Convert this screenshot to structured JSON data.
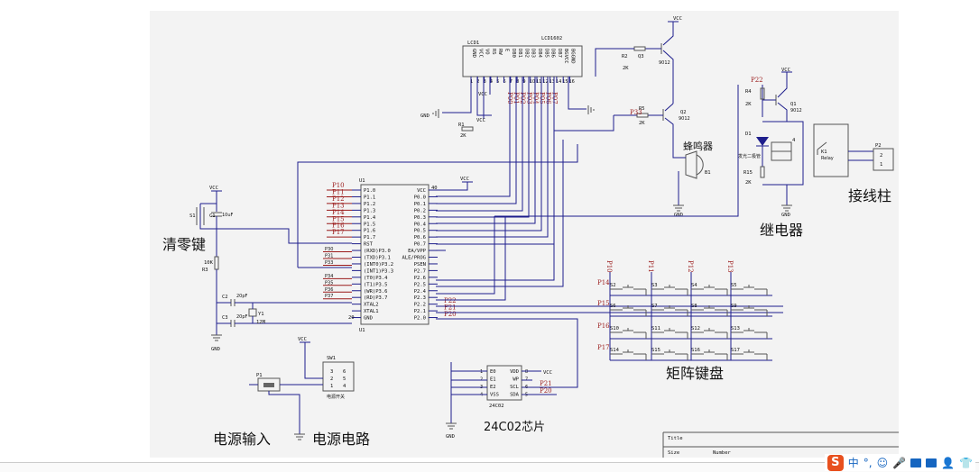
{
  "schematic": {
    "cn_labels": {
      "clear_key": "清零键",
      "buzzer": "蜂鸣器",
      "relay": "继电器",
      "terminal": "接线柱",
      "matrix_keypad": "矩阵键盘",
      "power_input": "电源输入",
      "power_circuit": "电源电路",
      "eeprom_chip": "24C02芯片"
    },
    "lcd": {
      "ref": "LCD1",
      "part": "LCD1602",
      "pins": [
        "GND",
        "VCC",
        "VO",
        "RS",
        "RW",
        "E",
        "DB0",
        "DB1",
        "DB2",
        "DB3",
        "DB4",
        "DB5",
        "DB6",
        "DB7",
        "BGVCC",
        "BGGND"
      ],
      "pin_numbers": [
        "1",
        "2",
        "3",
        "4",
        "5",
        "6",
        "7",
        "8",
        "9",
        "10",
        "11",
        "12",
        "13",
        "14",
        "15",
        "16"
      ],
      "nets": [
        "P00",
        "P01",
        "P02",
        "P03",
        "P04",
        "P05",
        "P06",
        "P07"
      ]
    },
    "mcu": {
      "ref": "U1",
      "left_pins": [
        "P1.0",
        "P1.1",
        "P1.2",
        "P1.3",
        "P1.4",
        "P1.5",
        "P1.6",
        "P1.7",
        "RST",
        "(RXD)P3.0",
        "(TXD)P3.1",
        "(INT0)P3.2",
        "(INT1)P3.3",
        "(T0)P3.4",
        "(T1)P3.5",
        "(WR)P3.6",
        "(RD)P3.7",
        "XTAL2",
        "XTAL1",
        "GND"
      ],
      "right_pins": [
        "VCC",
        "P0.0",
        "P0.1",
        "P0.2",
        "P0.3",
        "P0.4",
        "P0.5",
        "P0.6",
        "P0.7",
        "EA/VPP",
        "ALE/PROG",
        "PSEN",
        "P2.7",
        "P2.6",
        "P2.5",
        "P2.4",
        "P2.3",
        "P2.2",
        "P2.1",
        "P2.0"
      ],
      "left_nets": [
        "P10",
        "P11",
        "P12",
        "P13",
        "P14",
        "P15",
        "P16",
        "P17"
      ],
      "p3_nets": [
        "P30",
        "P31",
        "P33",
        "P34",
        "P35",
        "P36",
        "P37"
      ],
      "right_nets": [
        "P22",
        "P21",
        "P20"
      ],
      "pin_top_right": "40",
      "pin_bottom_left": "20"
    },
    "parts": {
      "vcc": "VCC",
      "gnd": "GND",
      "r1": "R1",
      "r1_val": "2K",
      "r2": "R2",
      "r2_val": "2K",
      "r3": "R3",
      "r3_val": "10K",
      "r4": "R4",
      "r4_val": "2K",
      "r5": "R5",
      "r5_val": "2K",
      "r15": "R15",
      "r15_val": "2K",
      "q1": "Q1",
      "q2": "Q2",
      "q3": "Q3",
      "q_part": "9012",
      "b1": "B1",
      "c1": "C1",
      "c1_val": "10uF",
      "c2": "C2",
      "c2_val": "20pF",
      "c3": "C3",
      "c3_val": "20pF",
      "y1": "Y1",
      "y1_val": "12M",
      "s1": "S1",
      "d1": "D1",
      "d1_note": "发光二极管",
      "k1": "K1",
      "relay_part": "Relay",
      "p1": "P1",
      "p2": "P2",
      "sw1": "SW1",
      "sw1_note": "电源开关",
      "eeprom": "24C02",
      "eeprom_pins_left": [
        "E0",
        "E1",
        "E2",
        "VSS"
      ],
      "eeprom_pins_right": [
        "VDD",
        "WP",
        "SCL",
        "SDA"
      ],
      "net_p33": "P33",
      "net_p22": "P22",
      "net_p21": "P21",
      "net_p20": "P20"
    },
    "keypad": {
      "cols": [
        "P10",
        "P11",
        "P12",
        "P13"
      ],
      "rows": [
        "P14",
        "P15",
        "P16",
        "P17"
      ],
      "keys": [
        "S2",
        "S3",
        "S4",
        "S5",
        "S6",
        "S7",
        "S8",
        "S9",
        "S10",
        "S11",
        "S12",
        "S13",
        "S14",
        "S15",
        "S16",
        "S17"
      ]
    },
    "title_block": {
      "title": "Title",
      "number": "Number"
    }
  },
  "taskbar": {
    "ime_logo": "S",
    "ime_mode": "中",
    "ime_punct": "°,",
    "ime_emoji": "☺",
    "ime_mic": "🎤",
    "ime_user": "👤",
    "ime_shirt": "👕",
    "accent": "#1565c0",
    "logo_color": "#e8501e"
  }
}
